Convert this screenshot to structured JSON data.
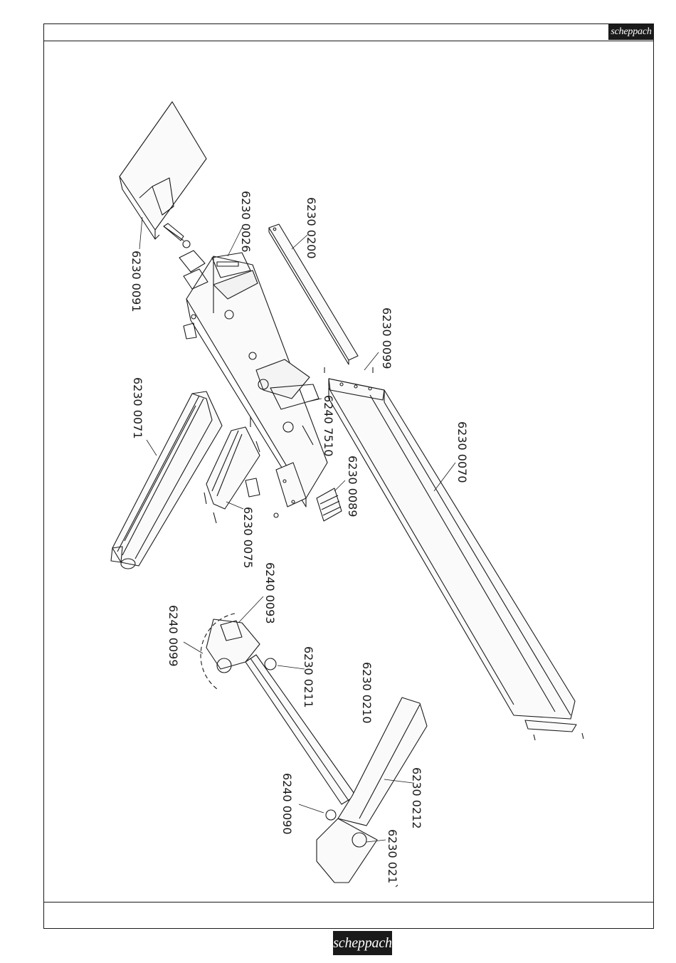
{
  "brand": {
    "logo_text": "scheppach"
  },
  "parts": [
    {
      "id": "p1",
      "number": "6230 0091"
    },
    {
      "id": "p2",
      "number": "6230 0026"
    },
    {
      "id": "p3",
      "number": "6230 0200"
    },
    {
      "id": "p4",
      "number": "6230 0099"
    },
    {
      "id": "p5",
      "number": "6240 7510"
    },
    {
      "id": "p6",
      "number": "6230 0089"
    },
    {
      "id": "p7",
      "number": "6230 0071"
    },
    {
      "id": "p8",
      "number": "6230 0075"
    },
    {
      "id": "p9",
      "number": "6230 0070"
    },
    {
      "id": "p10",
      "number": "6240 0093"
    },
    {
      "id": "p11",
      "number": "6240 0099"
    },
    {
      "id": "p12",
      "number": "6230 0211"
    },
    {
      "id": "p13",
      "number": "6230 0210"
    },
    {
      "id": "p14",
      "number": "6230 0212"
    },
    {
      "id": "p15",
      "number": "6240 0090"
    },
    {
      "id": "p16",
      "number": "6230 021`"
    }
  ]
}
